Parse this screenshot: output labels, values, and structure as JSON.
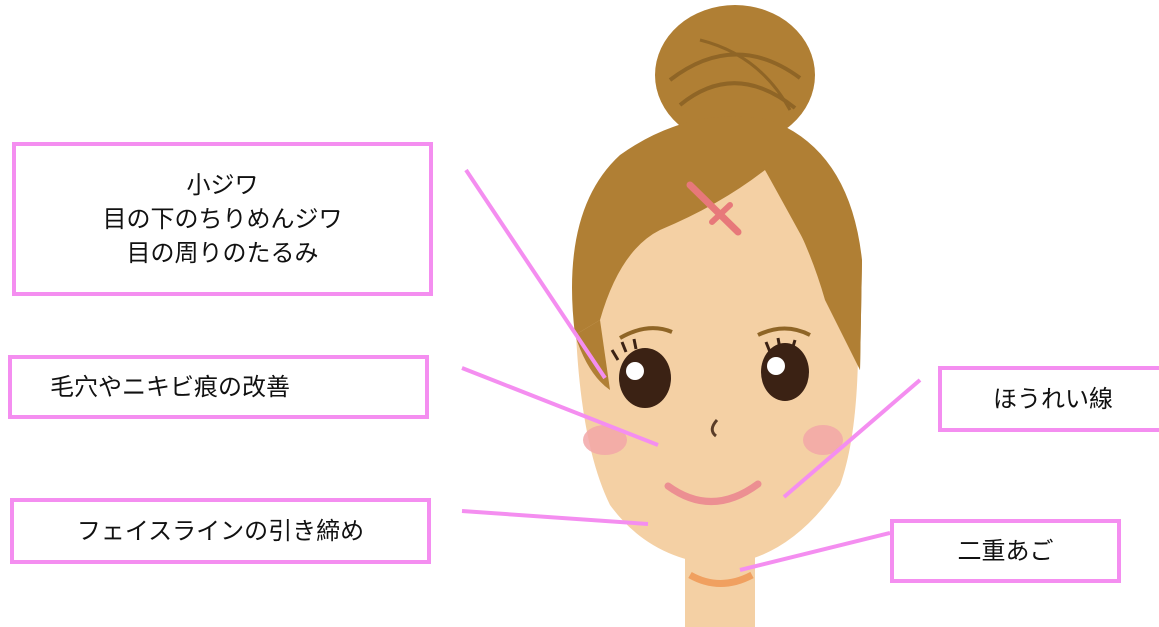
{
  "labels": {
    "eyes": [
      "小ジワ",
      "目の下のちりめんジワ",
      "目の周りのたるみ"
    ],
    "pores": "毛穴やニキビ痕の改善",
    "faceline": "フェイスラインの引き締め",
    "nasolabial": "ほうれい線",
    "double_chin": "二重あご"
  },
  "colors": {
    "accent_pink": "#f48ef0",
    "hair": "#b07f34",
    "skin": "#f4d0a4",
    "eye": "#3b2214",
    "cheek": "#f2a7a8",
    "lips": "#ec8f92",
    "necklace": "#f0a060"
  }
}
